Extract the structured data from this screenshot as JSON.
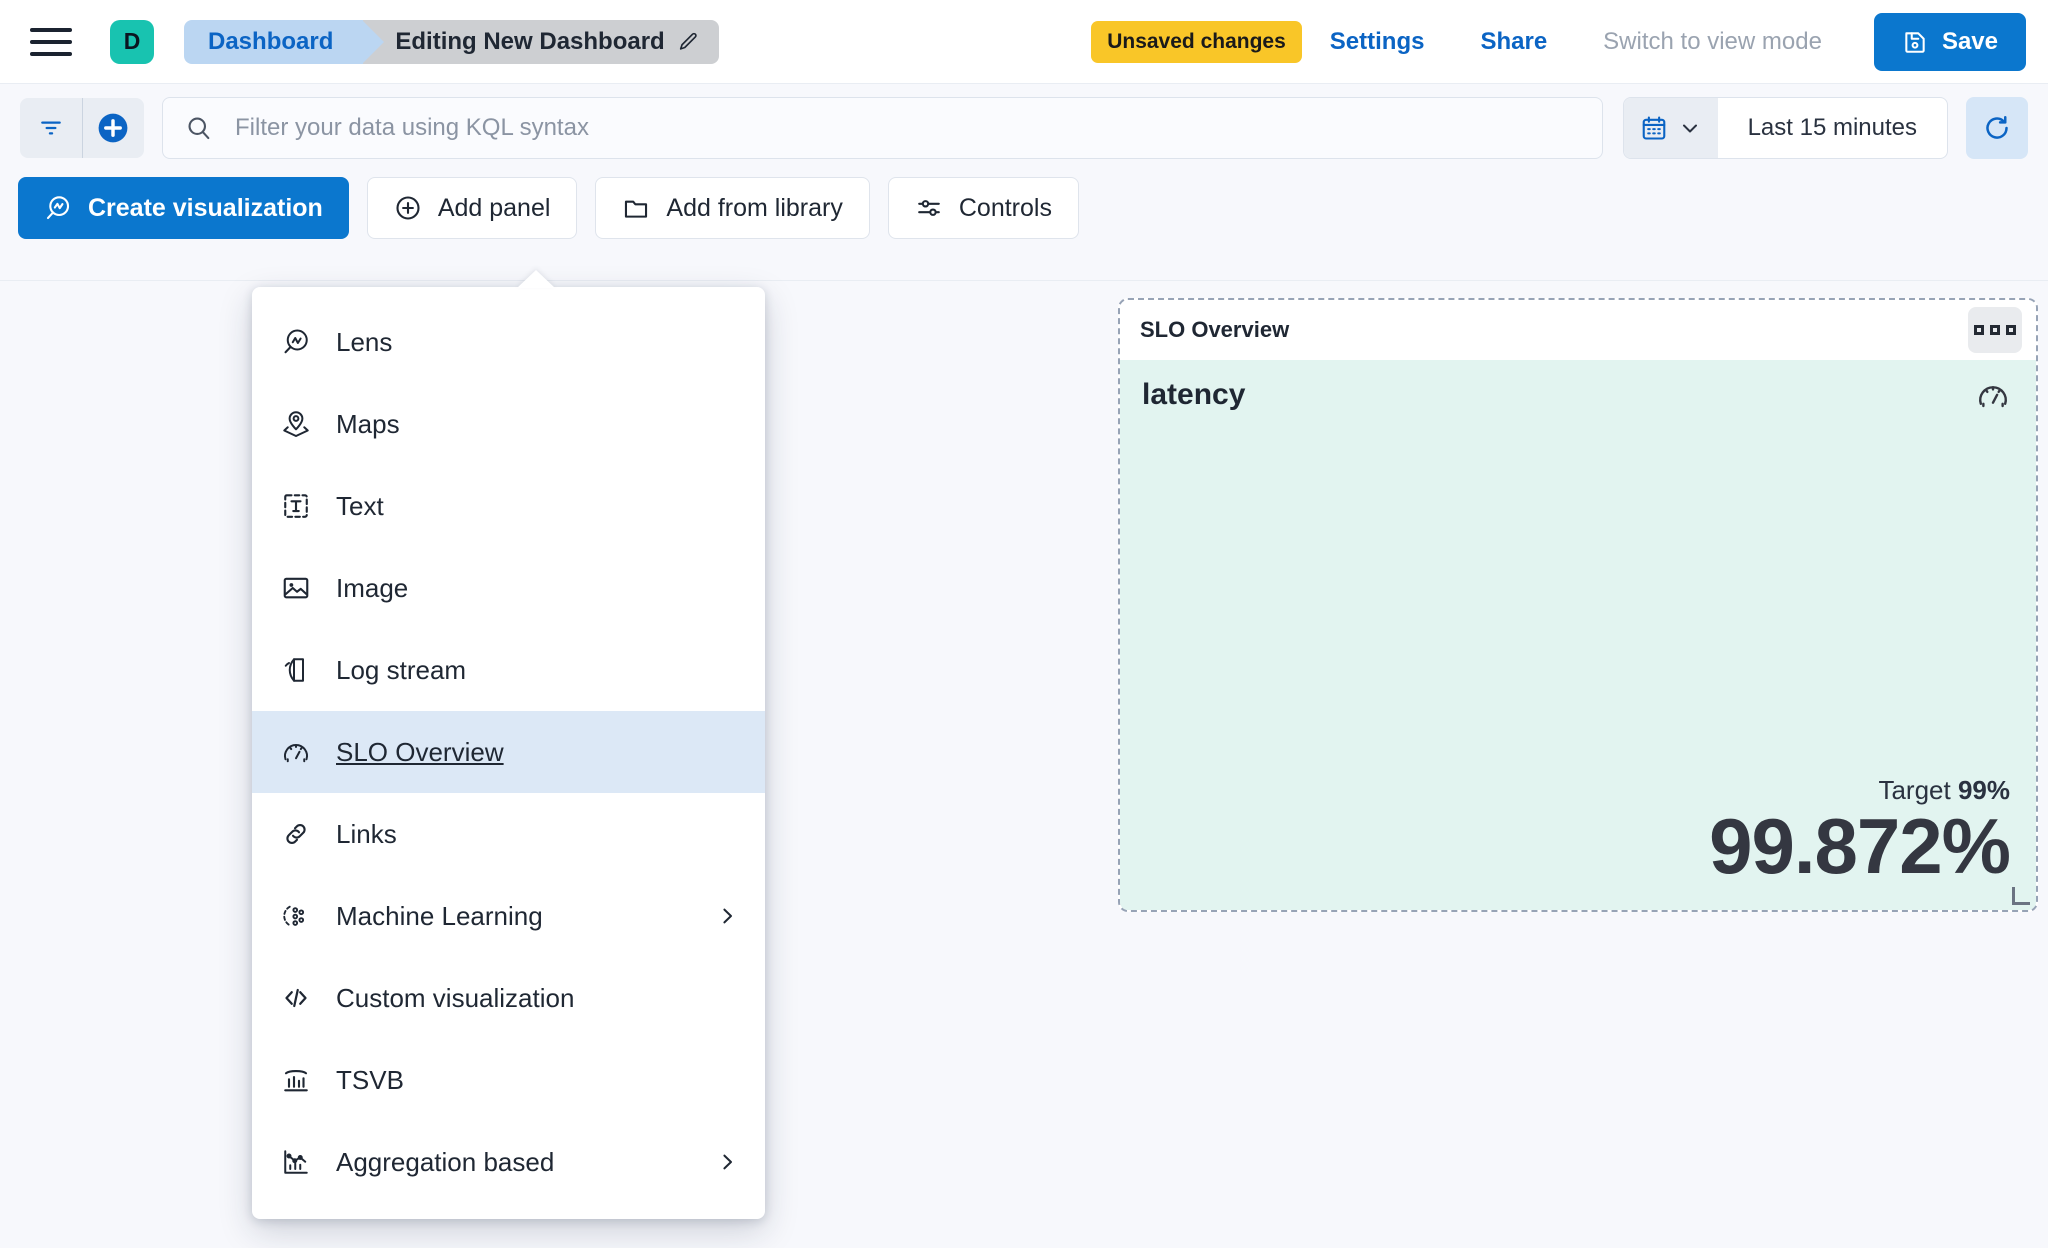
{
  "header": {
    "menu_icon": "hamburger-icon",
    "space_avatar": "D",
    "breadcrumbs": [
      {
        "label": "Dashboard",
        "icon": ""
      },
      {
        "label": "Editing New Dashboard",
        "icon": "pencil-icon"
      }
    ],
    "unsaved_badge": "Unsaved changes",
    "settings_label": "Settings",
    "share_label": "Share",
    "view_mode_label": "Switch to view mode",
    "save_label": "Save",
    "save_icon": "floppy-disk-icon",
    "colors": {
      "primary": "#0B77CE",
      "warning": "#F9C628",
      "avatar": "#18C3B0",
      "crumb_active": "#BBD6F2",
      "crumb_current": "#CDCFD2"
    }
  },
  "querybar": {
    "filter_icon": "filter-icon",
    "add_filter_icon": "plus-circle-icon",
    "search_icon": "search-icon",
    "search_value": "",
    "search_placeholder": "Filter your data using KQL syntax",
    "calendar_icon": "calendar-icon",
    "calendar_chevron": "chevron-down-icon",
    "time_range": "Last 15 minutes",
    "refresh_icon": "refresh-icon"
  },
  "actions": [
    {
      "label": "Create visualization",
      "icon": "lens-icon",
      "style": "primary"
    },
    {
      "label": "Add panel",
      "icon": "plus-circle-icon",
      "style": "plain"
    },
    {
      "label": "Add from library",
      "icon": "folder-icon",
      "style": "plain"
    },
    {
      "label": "Controls",
      "icon": "controls-icon",
      "style": "plain"
    }
  ],
  "add_panel_menu": {
    "open": true,
    "items": [
      {
        "label": "Lens",
        "icon": "lens-icon",
        "submenu": false,
        "active": false
      },
      {
        "label": "Maps",
        "icon": "map-marker-icon",
        "submenu": false,
        "active": false
      },
      {
        "label": "Text",
        "icon": "text-box-icon",
        "submenu": false,
        "active": false
      },
      {
        "label": "Image",
        "icon": "image-icon",
        "submenu": false,
        "active": false
      },
      {
        "label": "Log stream",
        "icon": "log-stream-icon",
        "submenu": false,
        "active": false
      },
      {
        "label": "SLO Overview",
        "icon": "gauge-icon",
        "submenu": false,
        "active": true
      },
      {
        "label": "Links",
        "icon": "link-icon",
        "submenu": false,
        "active": false
      },
      {
        "label": "Machine Learning",
        "icon": "machine-learning-icon",
        "submenu": true,
        "active": false
      },
      {
        "label": "Custom visualization",
        "icon": "code-icon",
        "submenu": false,
        "active": false
      },
      {
        "label": "TSVB",
        "icon": "tsvb-icon",
        "submenu": false,
        "active": false
      },
      {
        "label": "Aggregation based",
        "icon": "aggregation-icon",
        "submenu": true,
        "active": false
      }
    ]
  },
  "panel": {
    "title": "SLO Overview",
    "context_menu_icon": "panel-context-menu-icon",
    "slo_name": "latency",
    "slo_icon": "gauge-icon",
    "target_label": "Target",
    "target_value": "99%",
    "current_value": "99.872%",
    "body_color": "#E2F4F0",
    "resize_handle": "resize-handle-icon"
  }
}
